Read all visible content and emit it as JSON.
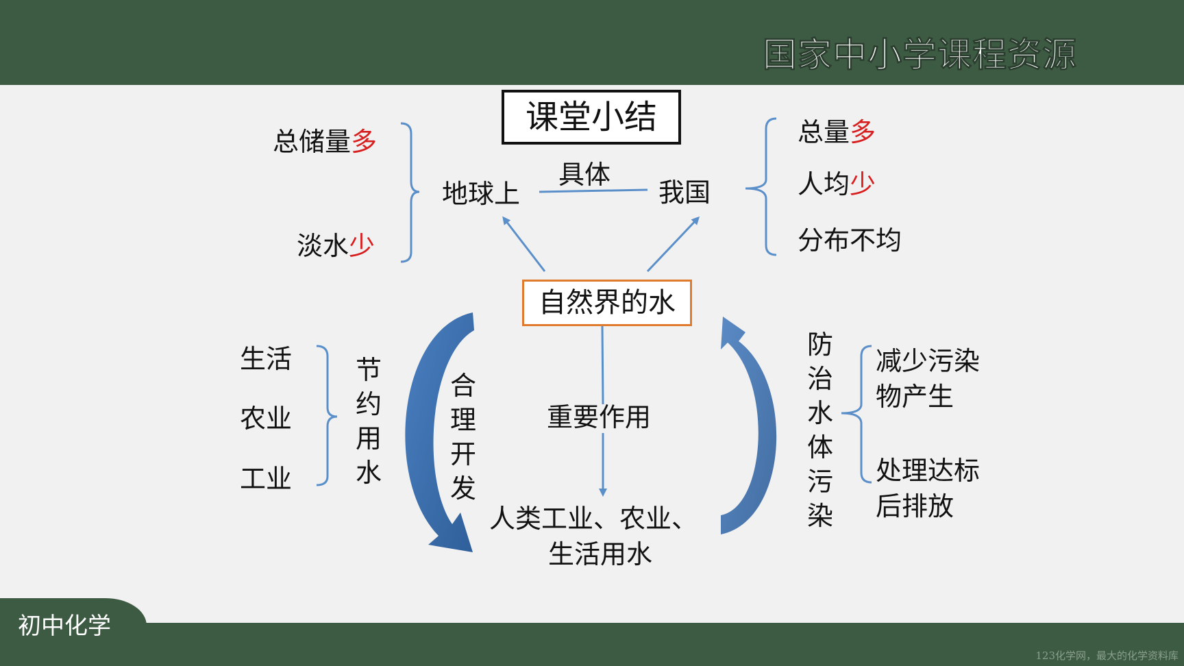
{
  "header": {
    "brand": "国家中小学课程资源"
  },
  "footer": {
    "subject": "初中化学",
    "watermark": "123化学网，最大的化学资料库"
  },
  "diagram": {
    "title": "课堂小结",
    "center": "自然界的水",
    "earth": {
      "label": "地球上",
      "total_prefix": "总储量",
      "total_highlight": "多",
      "fresh_prefix": "淡水",
      "fresh_highlight": "少"
    },
    "specific": "具体",
    "china": {
      "label": "我国",
      "total_prefix": "总量",
      "total_highlight": "多",
      "percap_prefix": "人均",
      "percap_highlight": "少",
      "distribution": "分布不均"
    },
    "use": {
      "role": "重要作用",
      "target_line1": "人类工业、农业、",
      "target_line2": "生活用水"
    },
    "develop": "合理开发",
    "save": {
      "label": "节约用水",
      "items": [
        "生活",
        "农业",
        "工业"
      ]
    },
    "prevent": {
      "label": "防治水体污染",
      "item1_line1": "减少污染",
      "item1_line2": "物产生",
      "item2_line1": "处理达标",
      "item2_line2": "后排放"
    }
  },
  "colors": {
    "header_bg": "#3d5a43",
    "accent_red": "#d81f1f",
    "bracket_blue": "#5b8fc9",
    "box_orange": "#e07a2c"
  }
}
